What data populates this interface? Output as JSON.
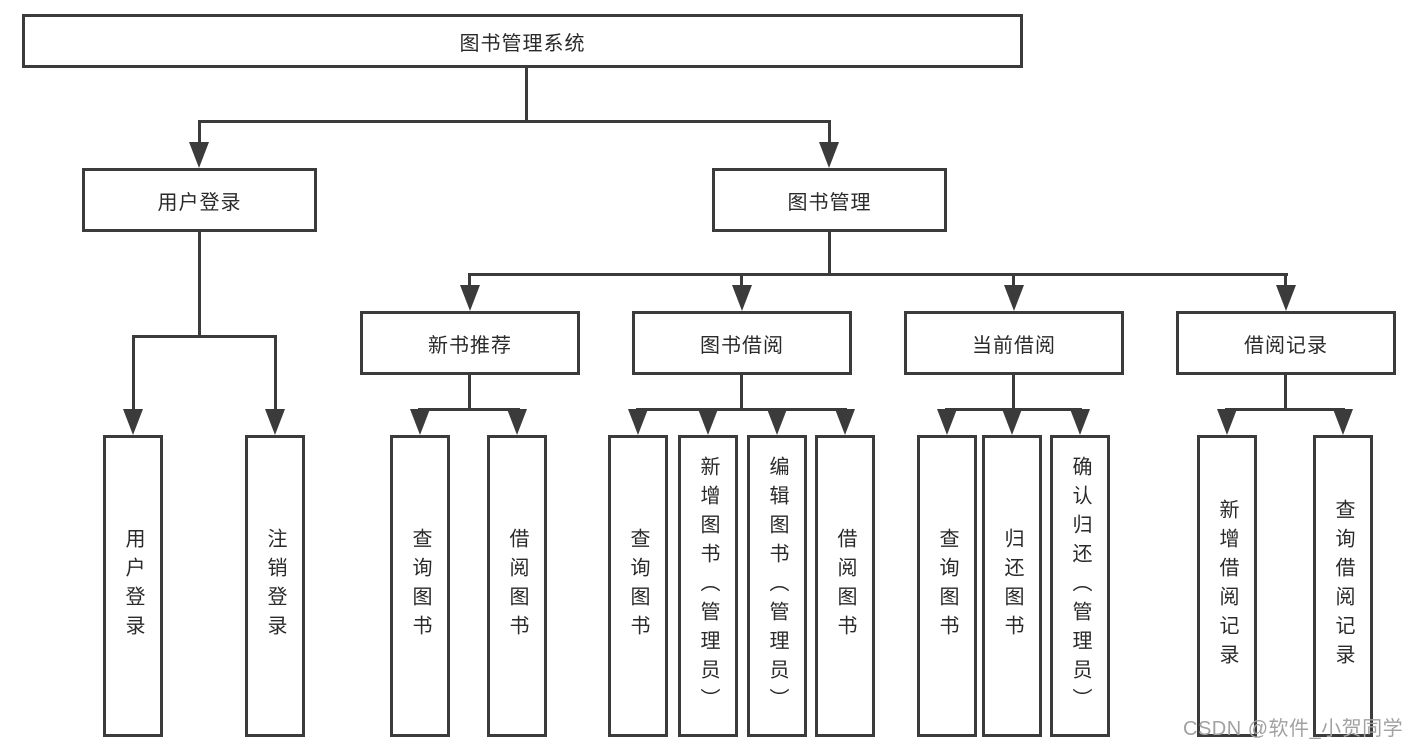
{
  "tree": {
    "label": "图书管理系统",
    "children": [
      {
        "label": "用户登录",
        "children": [
          {
            "label": "用户登录"
          },
          {
            "label": "注销登录"
          }
        ]
      },
      {
        "label": "图书管理",
        "children": [
          {
            "label": "新书推荐",
            "children": [
              {
                "label": "查询图书"
              },
              {
                "label": "借阅图书"
              }
            ]
          },
          {
            "label": "图书借阅",
            "children": [
              {
                "label": "查询图书"
              },
              {
                "label": "新增图书（管理员）"
              },
              {
                "label": "编辑图书（管理员）"
              },
              {
                "label": "借阅图书"
              }
            ]
          },
          {
            "label": "当前借阅",
            "children": [
              {
                "label": "查询图书"
              },
              {
                "label": "归还图书"
              },
              {
                "label": "确认归还（管理员）"
              }
            ]
          },
          {
            "label": "借阅记录",
            "children": [
              {
                "label": "新增借阅记录"
              },
              {
                "label": "查询借阅记录"
              }
            ]
          }
        ]
      }
    ]
  },
  "watermark": "CSDN @软件_小贺同学",
  "colors": {
    "line": "#3b3b3b",
    "text": "#2a2a2a",
    "watermark": "#a2a2a2",
    "background": "#ffffff"
  }
}
